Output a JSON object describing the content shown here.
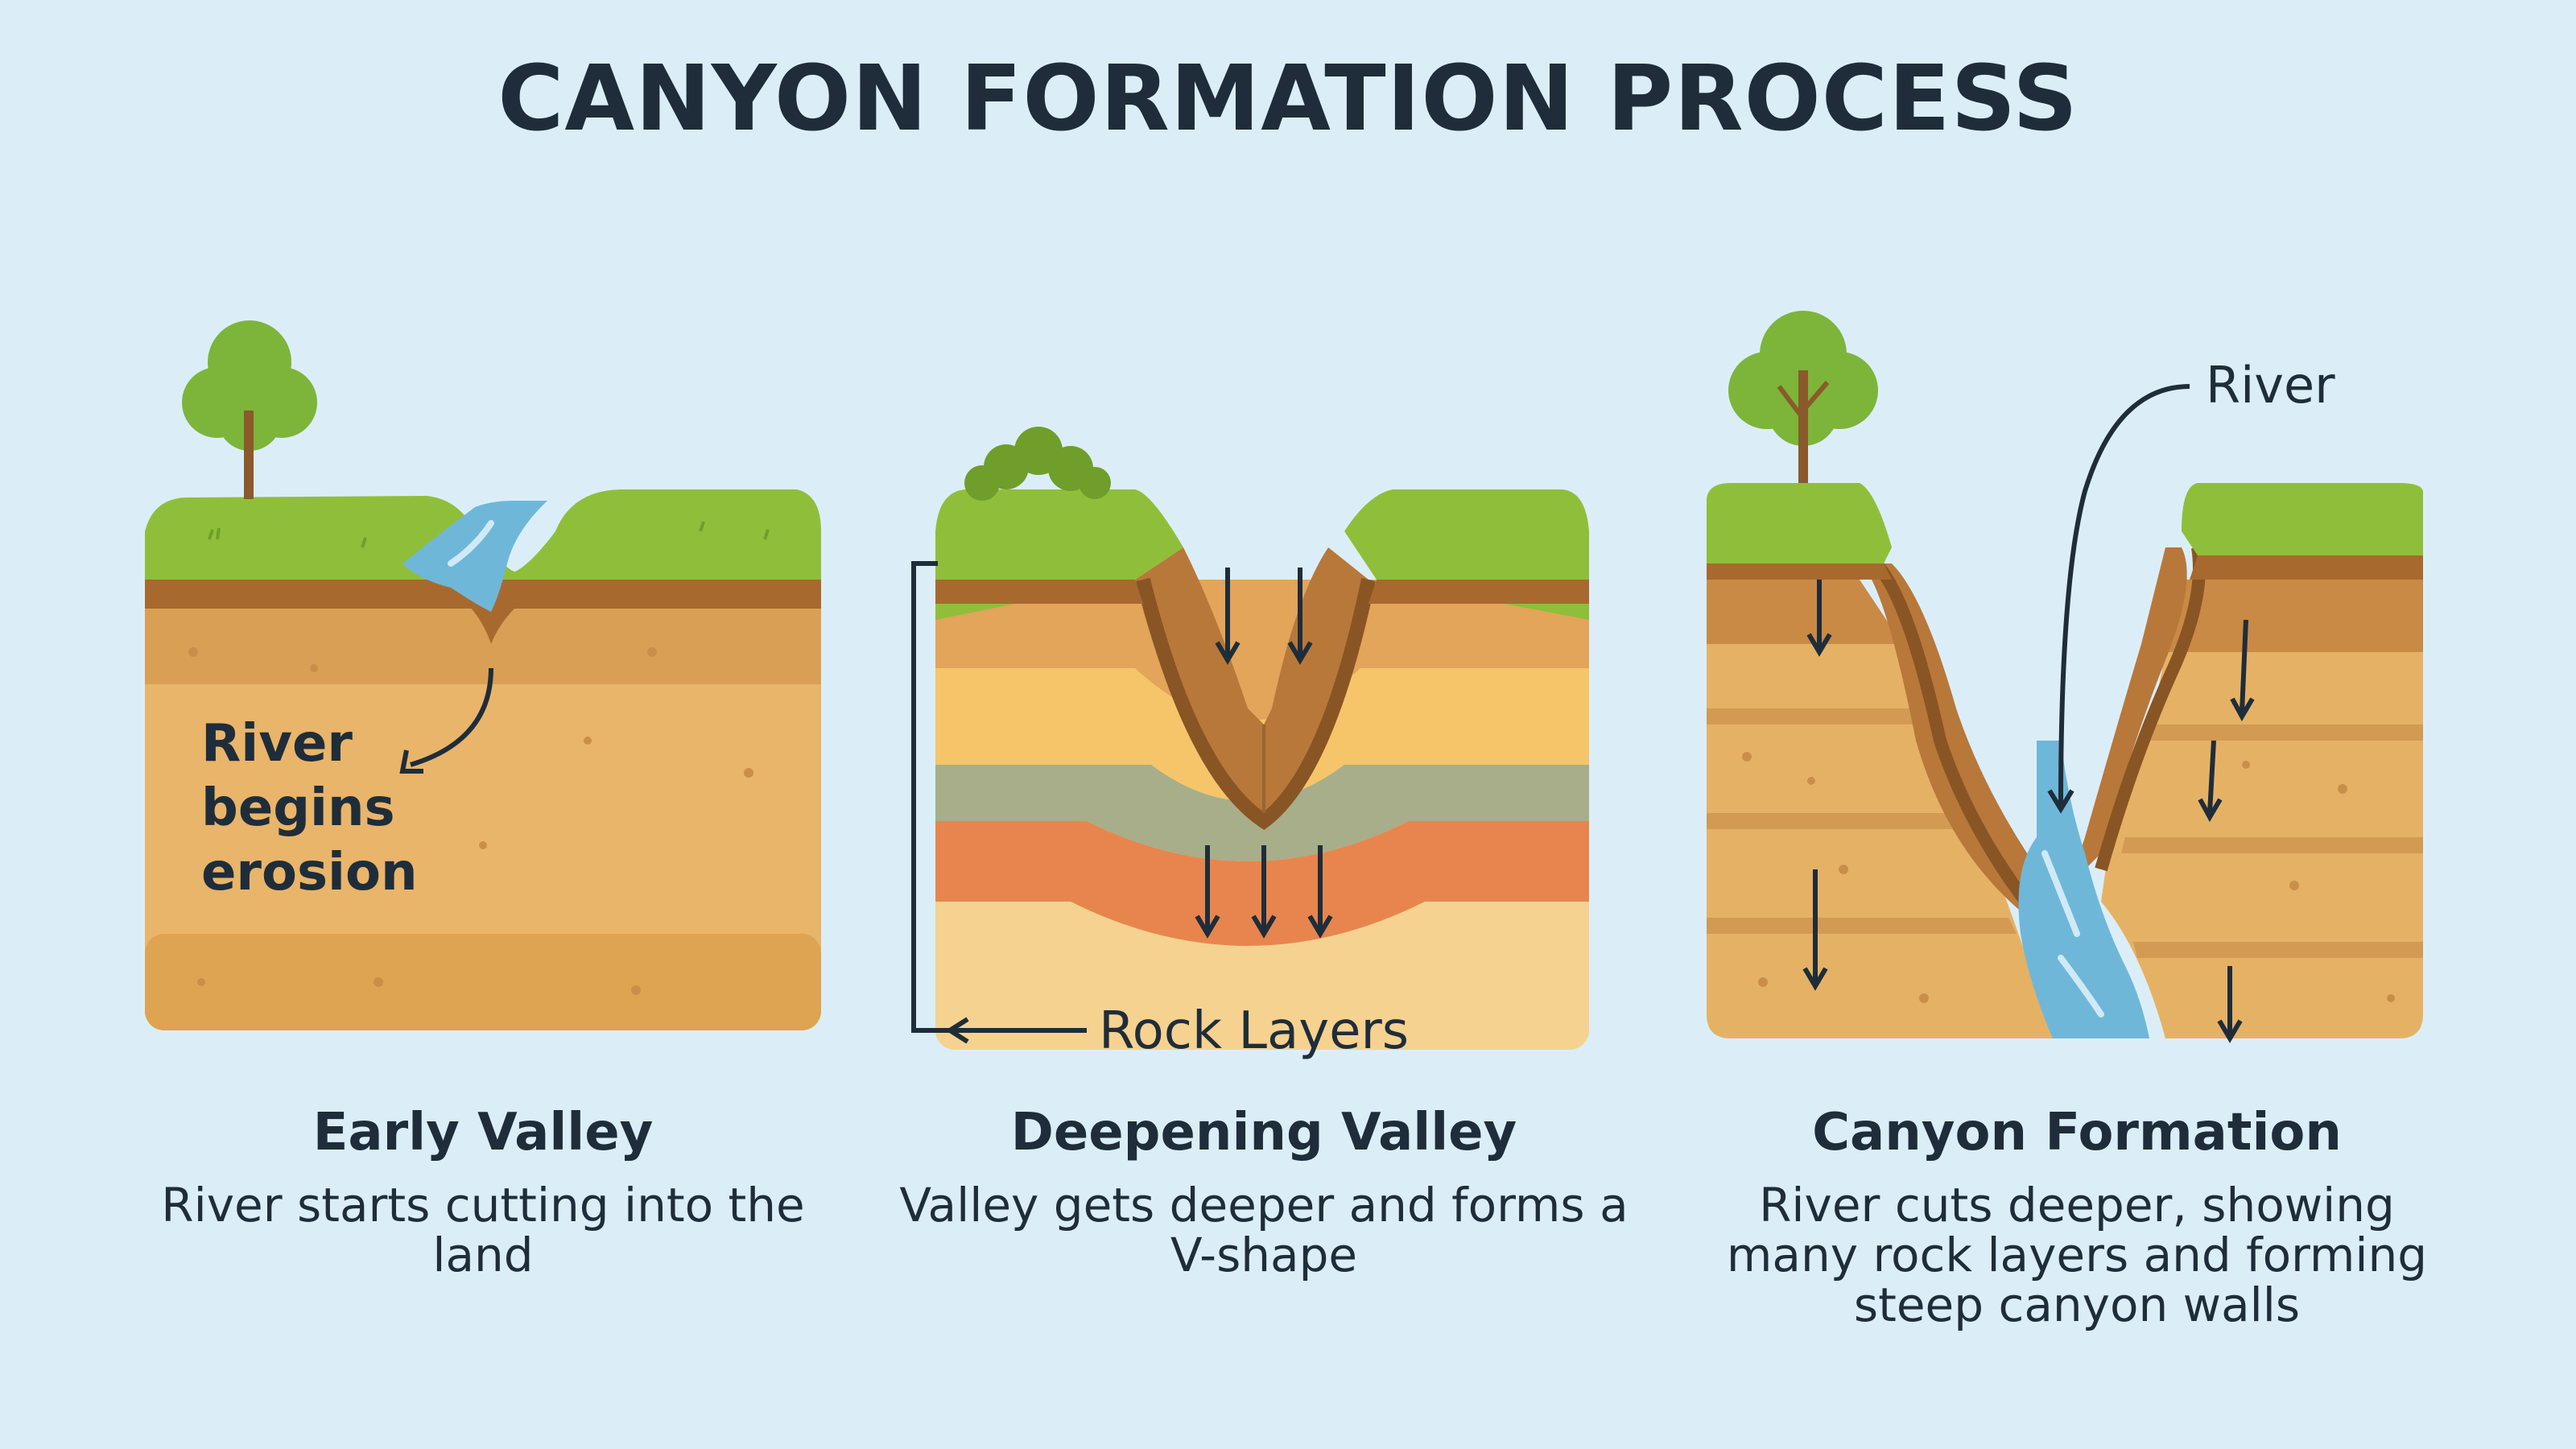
{
  "title": "CANYON FORMATION PROCESS",
  "panels": [
    {
      "heading": "Early Valley",
      "description": "River starts cutting into the land",
      "label_lines": [
        "River",
        "begins",
        "erosion"
      ]
    },
    {
      "heading": "Deepening Valley",
      "description": "Valley gets deeper and forms a V-shape",
      "label": "Rock Layers"
    },
    {
      "heading": "Canyon Formation",
      "description": "River cuts deeper, showing many rock layers and forming steep canyon walls",
      "label": "River"
    }
  ],
  "colors": {
    "background": "#dbeef8",
    "grass": "#8fbf3a",
    "soil_dark": "#a8692e",
    "sand": "#e8b86a",
    "water": "#6fb7d8",
    "tree": "#7db53a"
  }
}
